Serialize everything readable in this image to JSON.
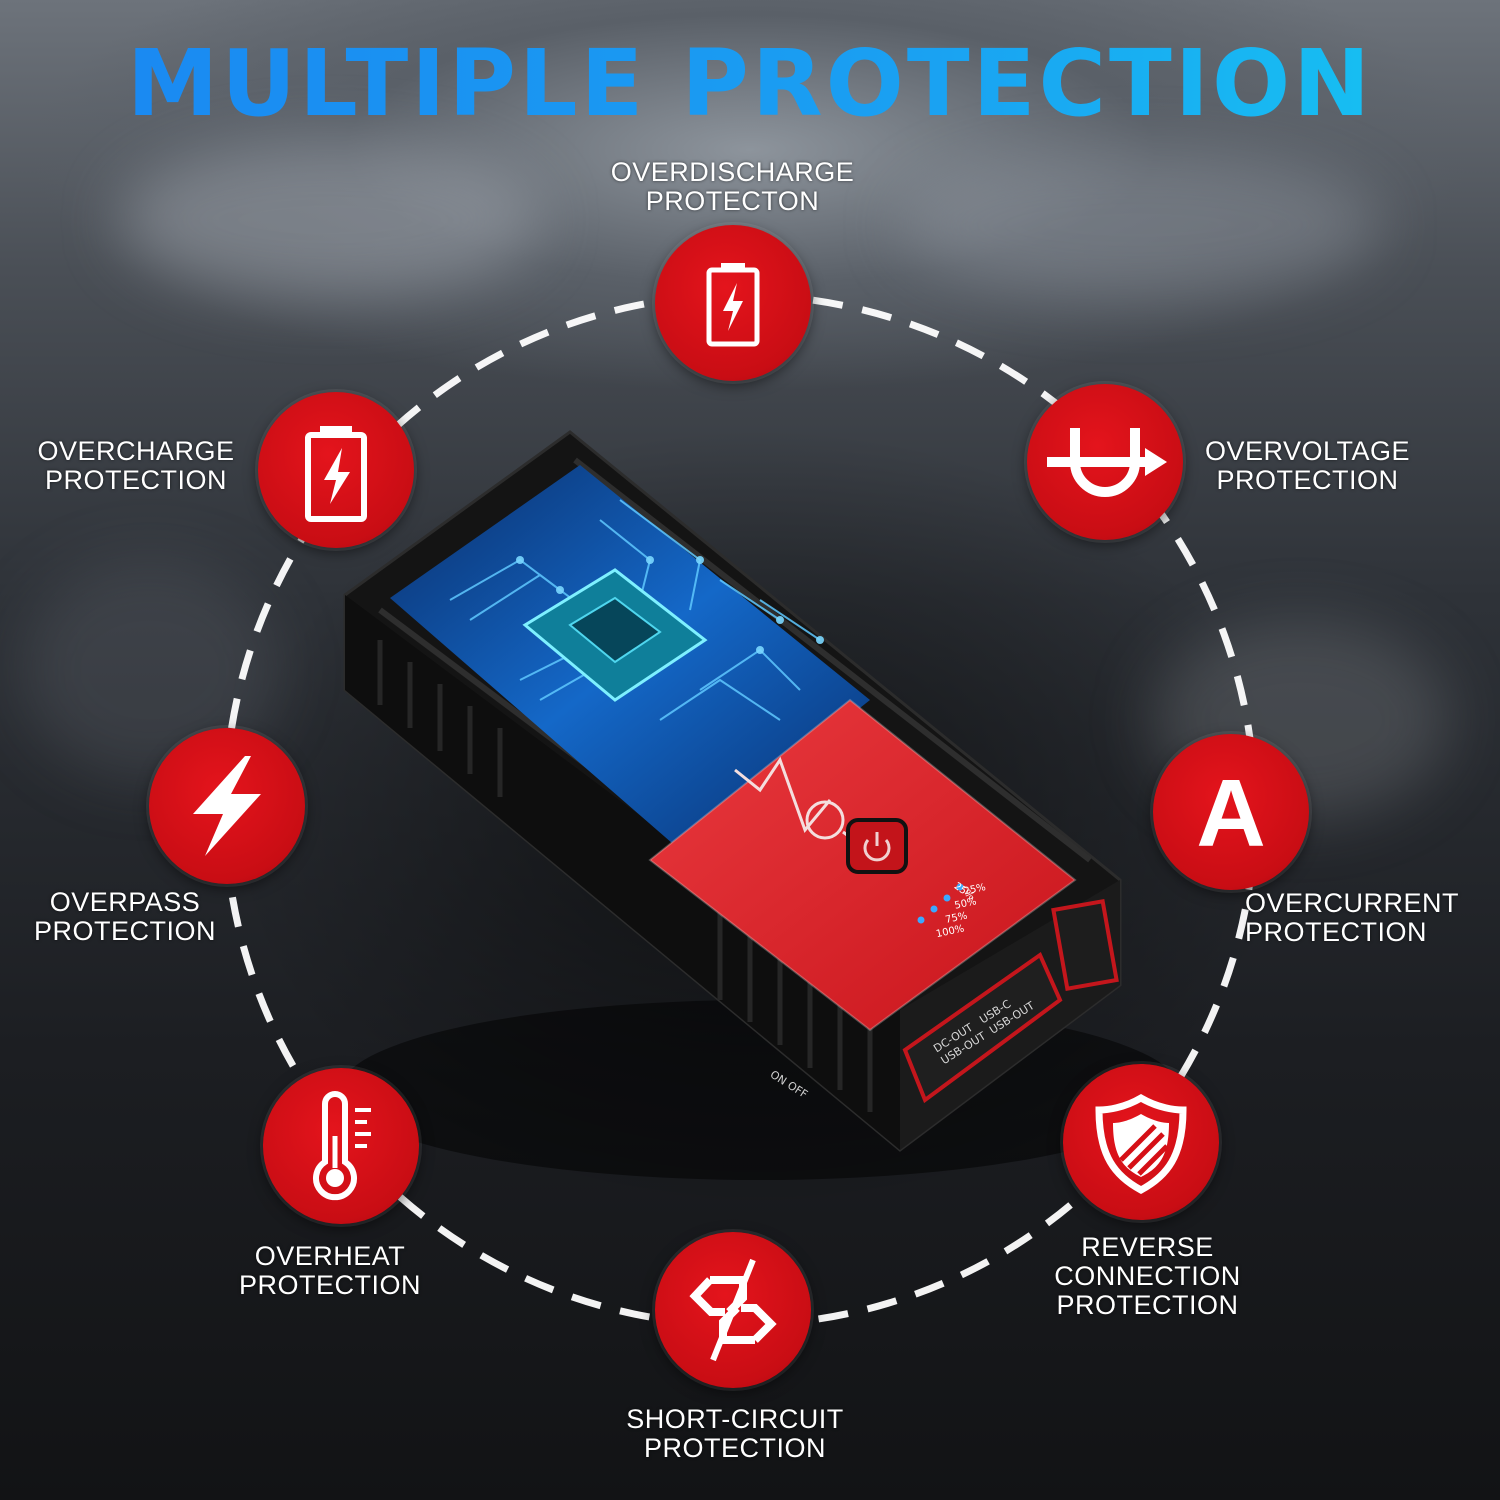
{
  "title": {
    "part1": "MULTIPLE",
    "part2": "PROTECTION"
  },
  "colors": {
    "badge_red": "#d50f16",
    "title_blue": "#1a9af2",
    "ring_white": "#ffffff"
  },
  "features": [
    {
      "id": "overdischarge",
      "line1": "OVERDISCHARGE",
      "line2": "PROTECTON",
      "icon": "battery-bolt-icon"
    },
    {
      "id": "overvoltage",
      "line1": "OVERVOLTAGE",
      "line2": "PROTECTION",
      "icon": "overvoltage-arrow-icon"
    },
    {
      "id": "overcurrent",
      "line1": "OVERCURRENT",
      "line2": "PROTECTION",
      "icon": "letter-a-icon",
      "icon_text": "A"
    },
    {
      "id": "reverse",
      "line1": "REVERSE",
      "line2": "CONNECTION",
      "line3": "PROTECTION",
      "icon": "shield-icon"
    },
    {
      "id": "short-circuit",
      "line1": "SHORT-CIRCUIT",
      "line2": "PROTECTION",
      "icon": "broken-link-icon"
    },
    {
      "id": "overheat",
      "line1": "OVERHEAT",
      "line2": "PROTECTION",
      "icon": "thermometer-icon"
    },
    {
      "id": "overpass",
      "line1": "OVERPASS",
      "line2": "PROTECTION",
      "icon": "lightning-icon"
    },
    {
      "id": "overcharge",
      "line1": "OVERCHARGE",
      "line2": "PROTECTION",
      "icon": "battery-charge-icon"
    }
  ],
  "device": {
    "battery_levels": [
      "25%",
      "50%",
      "75%",
      "100%"
    ],
    "port_labels": [
      "DC-OUT",
      "USB-C",
      "USB-OUT",
      "USB-OUT"
    ],
    "switch_label": "ON OFF"
  }
}
